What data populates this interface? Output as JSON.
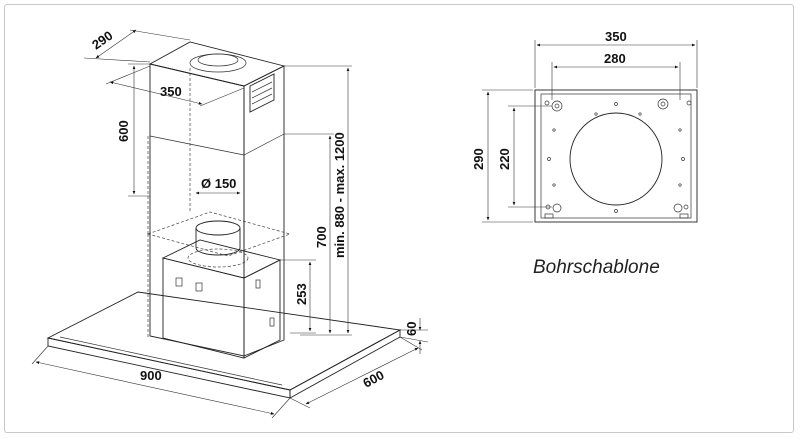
{
  "drawing": {
    "hood_dims": {
      "d290": "290",
      "d350": "350",
      "d600": "600",
      "d150": "Ø 150",
      "d700": "700",
      "d880_1200": "min. 880 - max. 1200",
      "d253": "253",
      "d60": "60",
      "d900": "900",
      "d600b": "600"
    },
    "template_dims": {
      "w350": "350",
      "w280": "280",
      "h290": "290",
      "h220": "220"
    },
    "template_caption": "Bohrschablone"
  }
}
